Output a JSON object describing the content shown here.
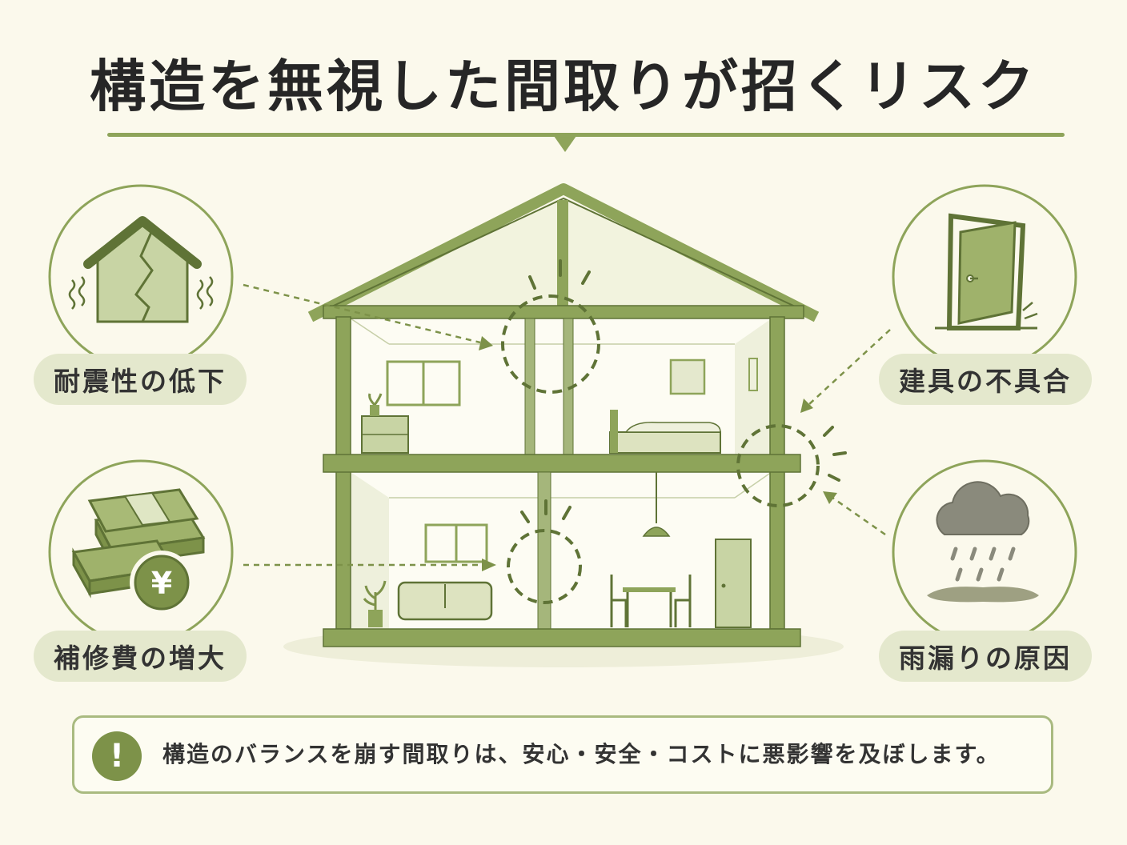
{
  "title": "構造を無視した間取りが招くリスク",
  "risks": {
    "seismic": "耐震性の低下",
    "repair": "補修費の増大",
    "fittings": "建具の不具合",
    "leak": "雨漏りの原因"
  },
  "yen_symbol": "¥",
  "notice": {
    "icon": "exclamation-icon",
    "text": "構造のバランスを崩す間取りは、安心・安全・コストに悪影響を及ぼします。"
  },
  "colors": {
    "primary": "#7d9249",
    "dark": "#5f7336",
    "light": "#e4e8cd",
    "background": "#fbf9ec"
  }
}
